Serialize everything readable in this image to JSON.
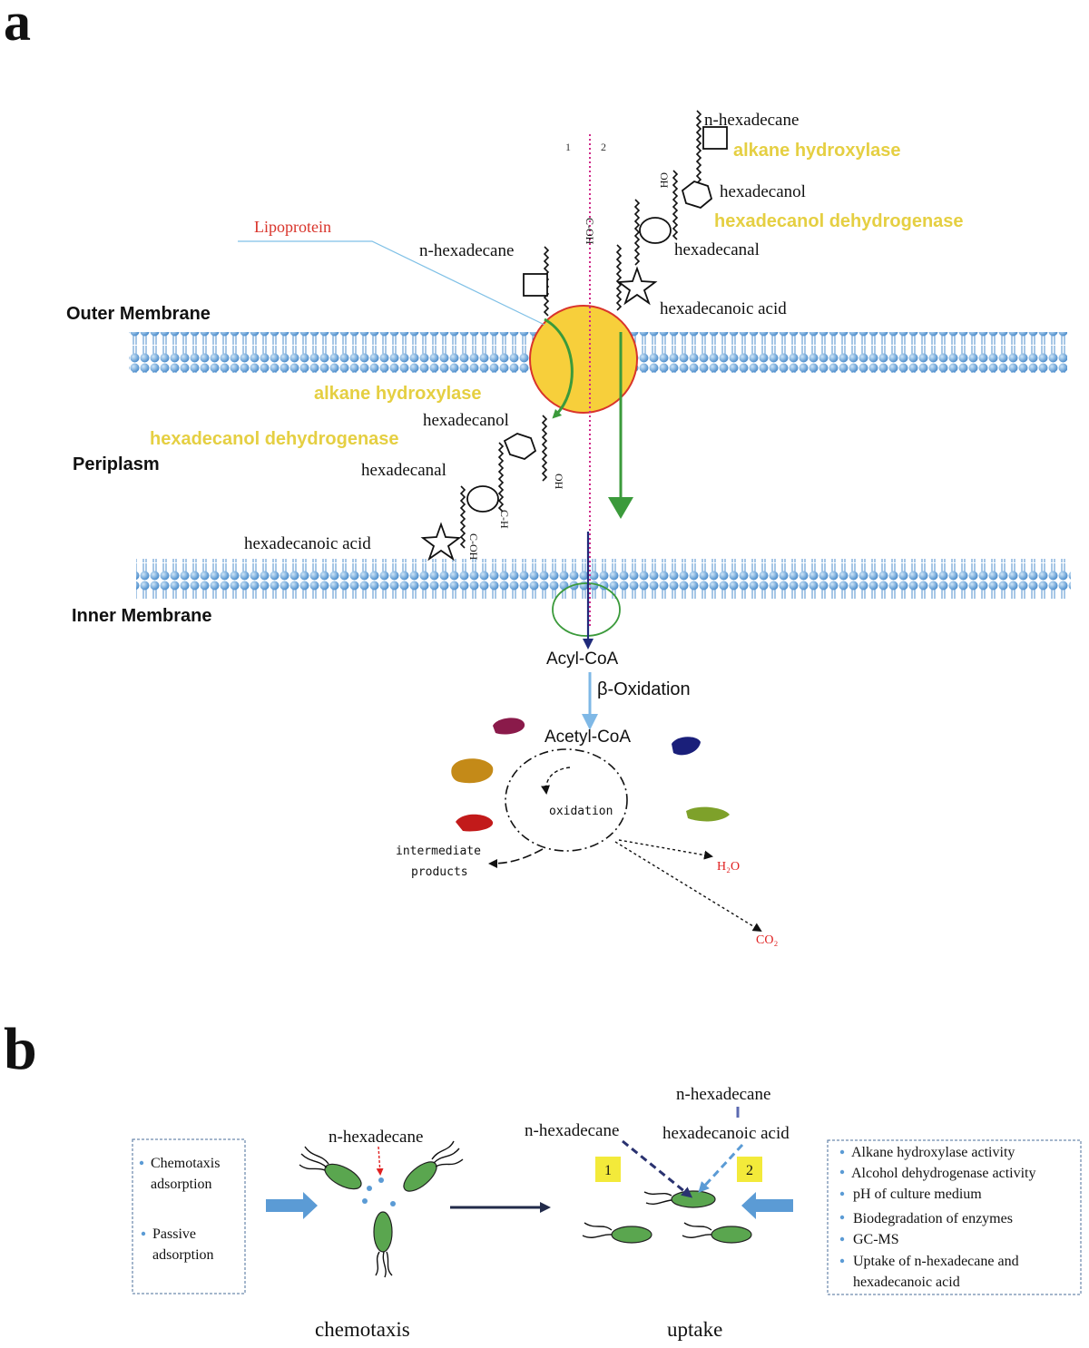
{
  "panel_a": {
    "label": "a",
    "lipoprotein": "Lipoprotein",
    "guide_1": "1",
    "guide_2": "2",
    "outer_membrane": "Outer Membrane",
    "periplasm": "Periplasm",
    "inner_membrane": "Inner Membrane",
    "ext_n_hexadecane": "n-hexadecane",
    "ext_alkane_hydroxylase": "alkane hydroxylase",
    "ext_hexadecanol": "hexadecanol",
    "ext_hexadecanol_dehydrogenase": "hexadecanol dehydrogenase",
    "ext_hexadecanal": "hexadecanal",
    "ext_hexadecanoic_acid": "hexadecanoic acid",
    "ext_oh": "OH",
    "ext_cooh": "C-OH",
    "mid_n_hexadecane": "n-hexadecane",
    "peri_alkane_hydroxylase": "alkane hydroxylase",
    "peri_hexadecanol": "hexadecanol",
    "peri_hexadecanol_dehydrogenase": "hexadecanol dehydrogenase",
    "peri_hexadecanal": "hexadecanal",
    "peri_hexadecanoic_acid": "hexadecanoic acid",
    "peri_oh": "OH",
    "peri_cho": "C-H",
    "peri_cooh": "C-OH",
    "acyl_coa": "Acyl-CoA",
    "beta_oxidation": "β-Oxidation",
    "acetyl_coa": "Acetyl-CoA",
    "oxidation": "oxidation",
    "intermediate_1": "intermediate",
    "intermediate_2": "products",
    "h2o": "H₂O",
    "co2": "CO₂"
  },
  "panel_b": {
    "label": "b",
    "left_box": [
      "Chemotaxis",
      "adsorption",
      "Passive",
      "adsorption"
    ],
    "chemo_n_hexadecane": "n-hexadecane",
    "uptake_n_hexadecane_left": "n-hexadecane",
    "uptake_n_hexadecane_top": "n-hexadecane",
    "uptake_hexadecanoic_acid": "hexadecanoic acid",
    "badge_1": "1",
    "badge_2": "2",
    "right_box": [
      "Alkane  hydroxylase  activity",
      "Alcohol  dehydrogenase  activity",
      "pH  of  culture  medium",
      "Biodegradation  of  enzymes",
      "GC-MS",
      "Uptake  of  n-hexadecane  and",
      "hexadecanoic  acid"
    ],
    "caption_chemotaxis": "chemotaxis",
    "caption_uptake": "uptake"
  },
  "colors": {
    "enzyme_yellow": "#e5cf42",
    "lipoprotein_red": "#d9342b",
    "membrane_blue": "#5b9bd5",
    "green_arrow": "#3b9a3b",
    "navy_arrow": "#1f2a7a",
    "light_blue_arrow": "#7fb8e6",
    "bacteria_green": "#5aa64f",
    "badge_yellow": "#f3ea3a",
    "product_red": "#e02020"
  }
}
